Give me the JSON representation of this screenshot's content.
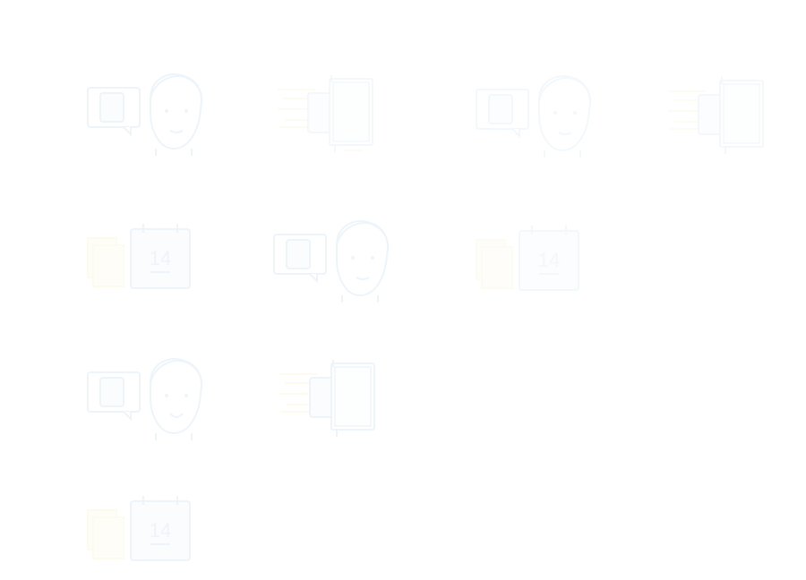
{
  "colors": {
    "line": "#9ec9ea",
    "fill": "#e6f2fb",
    "yellow": "#f5e7a6",
    "yellow_fill": "#fbf6d8",
    "face": "#b9d8ef"
  },
  "calendar": {
    "day": "14"
  },
  "tiles": [
    {
      "kind": "chat-face",
      "row": 0,
      "col": 0
    },
    {
      "kind": "phone-book",
      "row": 0,
      "col": 1
    },
    {
      "kind": "chat-face",
      "row": 0,
      "col": 2
    },
    {
      "kind": "phone-book",
      "row": 0,
      "col": 3
    },
    {
      "kind": "notes-calendar",
      "row": 1,
      "col": 0
    },
    {
      "kind": "chat-face",
      "row": 1,
      "col": 1
    },
    {
      "kind": "notes-calendar",
      "row": 1,
      "col": 2
    },
    {
      "kind": "chat-face",
      "row": 2,
      "col": 0
    },
    {
      "kind": "phone-book",
      "row": 2,
      "col": 1
    },
    {
      "kind": "notes-calendar",
      "row": 3,
      "col": 0
    }
  ]
}
